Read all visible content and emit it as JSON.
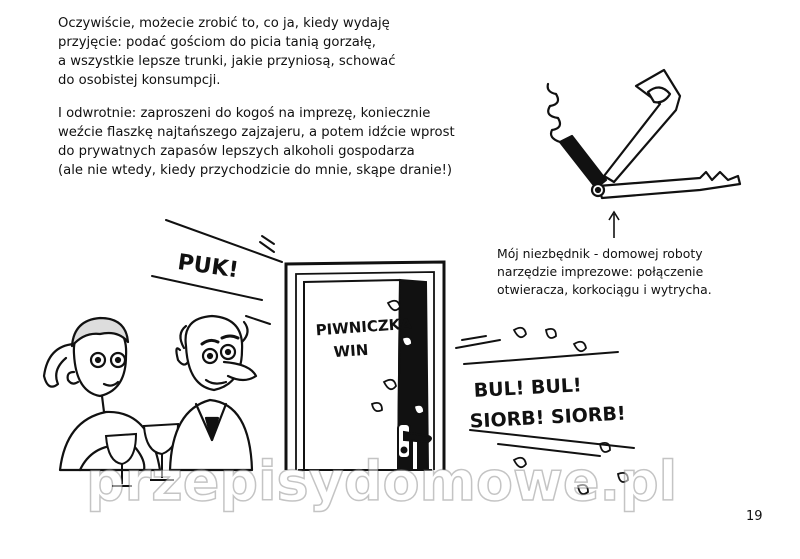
{
  "paragraphs": {
    "p1": "Oczywiście, możecie zrobić to, co ja, kiedy wydaję\nprzyjęcie: podać gościom do picia tanią gorzałę,\na wszystkie lepsze trunki, jakie przyniosą, schować\ndo osobistej konsumpcji.",
    "p2": "I odwrotnie: zaproszeni do kogoś na imprezę, koniecznie\nweźcie flaszkę najtańszego zajzajeru, a potem idźcie wprost\ndo prywatnych zapasów lepszych alkoholi gospodarza\n(ale nie wtedy, kiedy przychodzicie do mnie, skąpe dranie!)"
  },
  "caption": "Mój niezbędnik - domowej roboty\nnarzędzie imprezowe: połączenie\notwieracza, korkociągu i wytrycha.",
  "comic": {
    "knock": "PUK!",
    "door_sign_line1": "PIWNICZKA",
    "door_sign_line2": "WIN",
    "sound_line1": "BUL! BUL!",
    "sound_line2": "SIORB! SIORB!"
  },
  "watermark": "przepisydomowe.pl",
  "page_number": "19",
  "colors": {
    "ink": "#111111",
    "paper": "#ffffff"
  }
}
